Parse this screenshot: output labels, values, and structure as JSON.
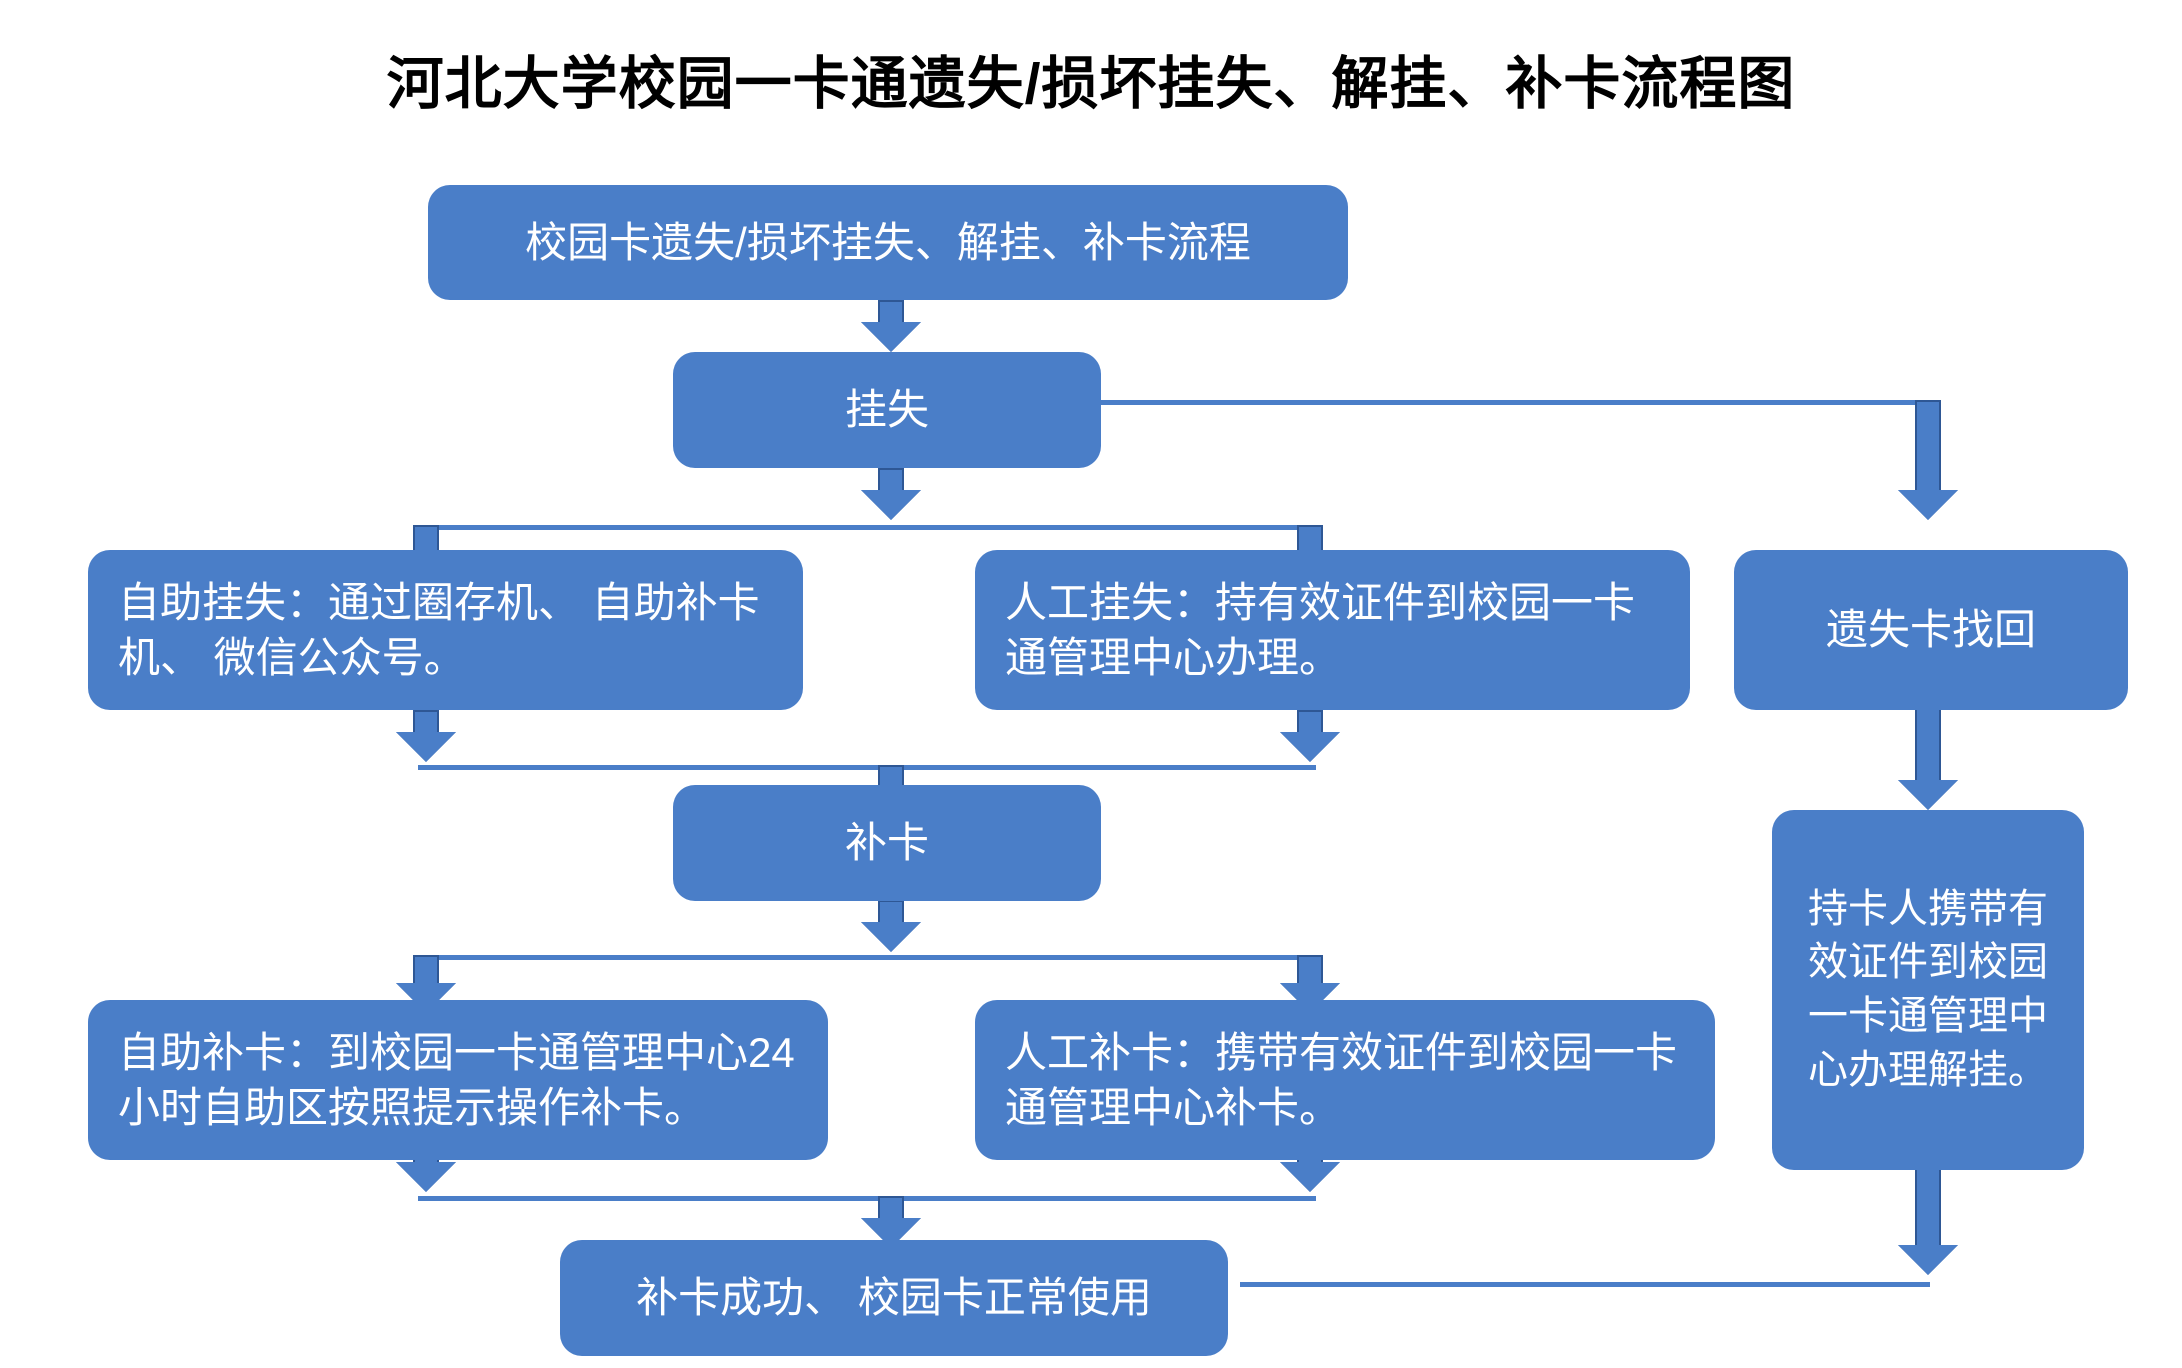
{
  "page": {
    "title": "河北大学校园一卡通遗失/损坏挂失、解挂、补卡流程图",
    "background_color": "#FFFFFF",
    "node_color": "#4A7EC8",
    "node_text_color": "#FFFFFF",
    "connector_color": "#4A7EC8",
    "arrow_outline_color": "#2E5795"
  },
  "flowchart": {
    "type": "flowchart",
    "orientation": "top-down",
    "nodes": [
      {
        "id": "start",
        "label": "校园卡遗失/损坏挂失、解挂、补卡流程"
      },
      {
        "id": "guashi",
        "label": "挂失"
      },
      {
        "id": "zizhu-guashi",
        "label": "自助挂失：通过圈存机、 自助补卡机、 微信公众号。"
      },
      {
        "id": "rengong-guashi",
        "label": "人工挂失：持有效证件到校园一卡通管理中心办理。"
      },
      {
        "id": "yishi-zhaohui",
        "label": "遗失卡找回"
      },
      {
        "id": "buka",
        "label": "补卡"
      },
      {
        "id": "jiegua",
        "label": "持卡人携带有效证件到校园一卡通管理中心办理解挂。"
      },
      {
        "id": "zizhu-buka",
        "label": "自助补卡：到校园一卡通管理中心24小时自助区按照提示操作补卡。"
      },
      {
        "id": "rengong-buka",
        "label": "人工补卡：携带有效证件到校园一卡通管理中心补卡。"
      },
      {
        "id": "chenggong",
        "label": "补卡成功、 校园卡正常使用"
      }
    ],
    "edges": [
      {
        "from": "start",
        "to": "guashi"
      },
      {
        "from": "guashi",
        "to": "zizhu-guashi"
      },
      {
        "from": "guashi",
        "to": "rengong-guashi"
      },
      {
        "from": "guashi",
        "to": "yishi-zhaohui"
      },
      {
        "from": "zizhu-guashi",
        "to": "buka"
      },
      {
        "from": "rengong-guashi",
        "to": "buka"
      },
      {
        "from": "buka",
        "to": "zizhu-buka"
      },
      {
        "from": "buka",
        "to": "rengong-buka"
      },
      {
        "from": "zizhu-buka",
        "to": "chenggong"
      },
      {
        "from": "rengong-buka",
        "to": "chenggong"
      },
      {
        "from": "yishi-zhaohui",
        "to": "jiegua"
      },
      {
        "from": "jiegua",
        "to": "chenggong"
      }
    ]
  }
}
